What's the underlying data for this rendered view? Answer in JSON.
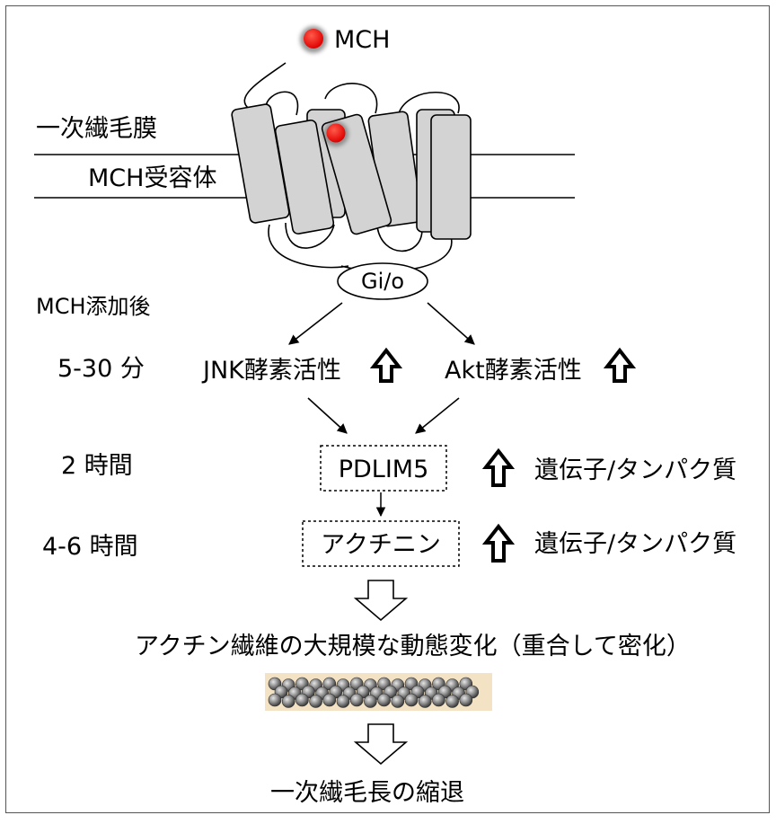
{
  "ligand": {
    "name": "MCH",
    "color": "#ff0000"
  },
  "membrane": {
    "label": "一次繊毛膜",
    "receptor_label": "MCH受容体"
  },
  "g_protein": {
    "label": "Gi/o"
  },
  "after_addition_label": "MCH添加後",
  "time_labels": {
    "t1": "5-30 分",
    "t2": "2 時間",
    "t3": "4-6 時間"
  },
  "kinases": {
    "jnk": "JNK酵素活性",
    "akt": "Akt酵素活性"
  },
  "effectors": {
    "pdlim5": "PDLIM5",
    "pdlim5_note": "遺伝子/タンパク質",
    "actinin": "アクチニン",
    "actinin_note": "遺伝子/タンパク質"
  },
  "outcome_actin": "アクチン繊維の大規模な動態変化（重合して密化）",
  "outcome_final": "一次繊毛長の縮退",
  "colors": {
    "helix_fill": "#d3d3d3",
    "actin_bg": "#f3e2c4",
    "bead_dark": "#4a4a4a",
    "bead_light": "#c8c8c8"
  },
  "icons": [
    "up-arrow-icon",
    "down-arrow-icon",
    "ligand-dot-icon",
    "actin-filament-icon"
  ]
}
